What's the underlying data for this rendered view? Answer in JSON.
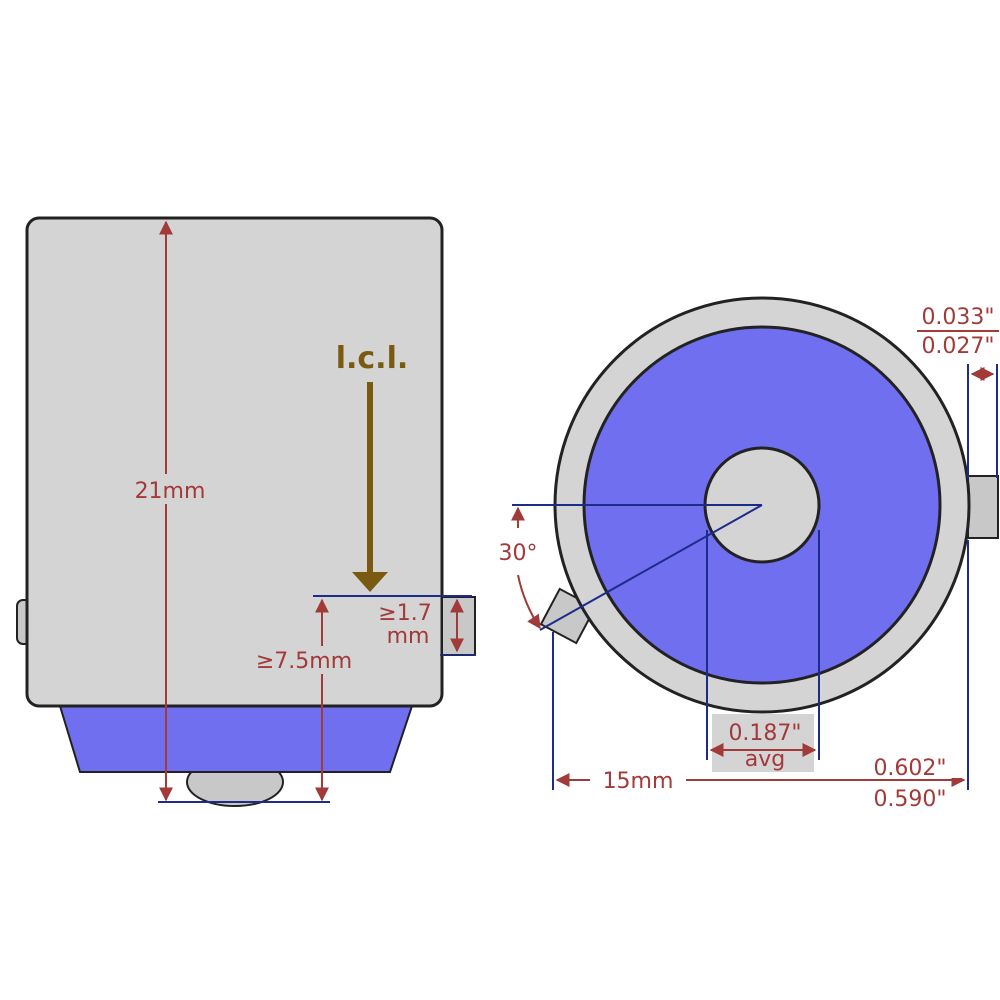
{
  "colors": {
    "body_fill": "#d4d4d4",
    "base_fill": "#6f6fef",
    "outline": "#222222",
    "dim_red": "#a33a3a",
    "dim_blue": "#1c2c8a",
    "lcl_arrow": "#7a5a10"
  },
  "side_view": {
    "lcl_label": "l.c.l.",
    "height_label": "21mm",
    "min_height_label": "≥7.5mm",
    "pin_gap_top": "≥1.7",
    "pin_gap_bottom": "mm"
  },
  "end_view": {
    "angle_label": "30°",
    "contact_label": "0.187\"",
    "contact_sub": "avg",
    "diameter_mm": "15mm",
    "diameter_in_max": "0.602\"",
    "diameter_in_min": "0.590\"",
    "pin_in_max": "0.033\"",
    "pin_in_min": "0.027\""
  }
}
